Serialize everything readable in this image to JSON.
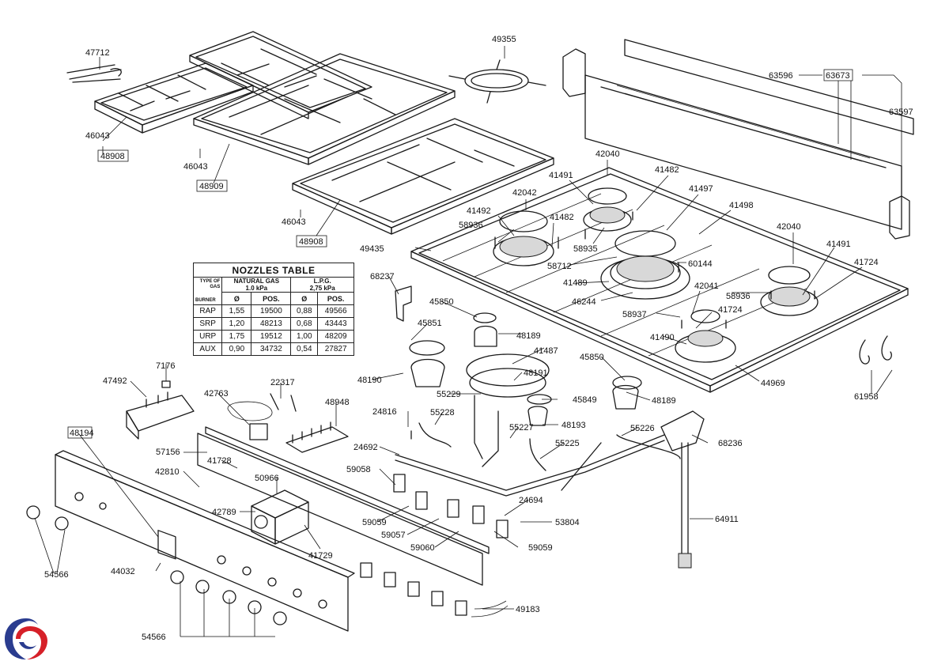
{
  "parts": {
    "p47712": "47712",
    "p46043a": "46043",
    "p48908a": "48908",
    "p46043b": "46043",
    "p48909": "48909",
    "p46043c": "46043",
    "p48908b": "48908",
    "p49355": "49355",
    "p63596": "63596",
    "p63673": "63673",
    "p63597": "63597",
    "p42040a": "42040",
    "p41491a": "41491",
    "p41482a": "41482",
    "p41497": "41497",
    "p42042": "42042",
    "p41498": "41498",
    "p41492": "41492",
    "p41482b": "41482",
    "p58936a": "58936",
    "p49435": "49435",
    "p58935": "58935",
    "p42040b": "42040",
    "p41491b": "41491",
    "p58712": "58712",
    "p60144": "60144",
    "p41724a": "41724",
    "p41489": "41489",
    "p68237": "68237",
    "p42041": "42041",
    "p46244": "46244",
    "p58936b": "58936",
    "p45850a": "45850",
    "p58937": "58937",
    "p41724b": "41724",
    "p45851": "45851",
    "p48189a": "48189",
    "p41490": "41490",
    "p41487": "41487",
    "p7176": "7176",
    "p45850b": "45850",
    "p47492": "47492",
    "p48190": "48190",
    "p48191": "48191",
    "p44969": "44969",
    "p22317": "22317",
    "p61958": "61958",
    "p42763": "42763",
    "p55229": "55229",
    "p45849": "45849",
    "p48189b": "48189",
    "p48948": "48948",
    "p24816": "24816",
    "p55228": "55228",
    "p48193": "48193",
    "p48194": "48194",
    "p55227": "55227",
    "p55226": "55226",
    "p68236": "68236",
    "p24692": "24692",
    "p55225": "55225",
    "p57156": "57156",
    "p41728": "41728",
    "p42810": "42810",
    "p59058": "59058",
    "p50966": "50966",
    "p24694": "24694",
    "p42789": "42789",
    "p64911": "64911",
    "p59059a": "59059",
    "p53804": "53804",
    "p59057": "59057",
    "p59060": "59060",
    "p59059b": "59059",
    "p41729": "41729",
    "p54566a": "54566",
    "p44032": "44032",
    "p49183": "49183",
    "p54566b": "54566"
  },
  "nozzle_table": {
    "title": "NOZZLES TABLE",
    "type_of_gas": "TYPE OF GAS",
    "burner": "BURNER",
    "natural_gas": "NATURAL GAS",
    "natural_gas_pressure": "1.0 kPa",
    "lpg": "L.P.G.",
    "lpg_pressure": "2,75 kPa",
    "col_diameter": "Ø",
    "col_pos": "POS.",
    "rows": [
      {
        "burner": "RAP",
        "ng_d": "1,55",
        "ng_pos": "19500",
        "lpg_d": "0,88",
        "lpg_pos": "49566"
      },
      {
        "burner": "SRP",
        "ng_d": "1,20",
        "ng_pos": "48213",
        "lpg_d": "0,68",
        "lpg_pos": "43443"
      },
      {
        "burner": "URP",
        "ng_d": "1,75",
        "ng_pos": "19512",
        "lpg_d": "1,00",
        "lpg_pos": "48209"
      },
      {
        "burner": "AUX",
        "ng_d": "0,90",
        "ng_pos": "34732",
        "lpg_d": "0,54",
        "lpg_pos": "27827"
      }
    ]
  },
  "colors": {
    "logo_blue": "#2a3c8f",
    "logo_red": "#d62028",
    "line": "#1a1a1a"
  },
  "icons": {
    "logo": "brand-swirl-logo"
  }
}
